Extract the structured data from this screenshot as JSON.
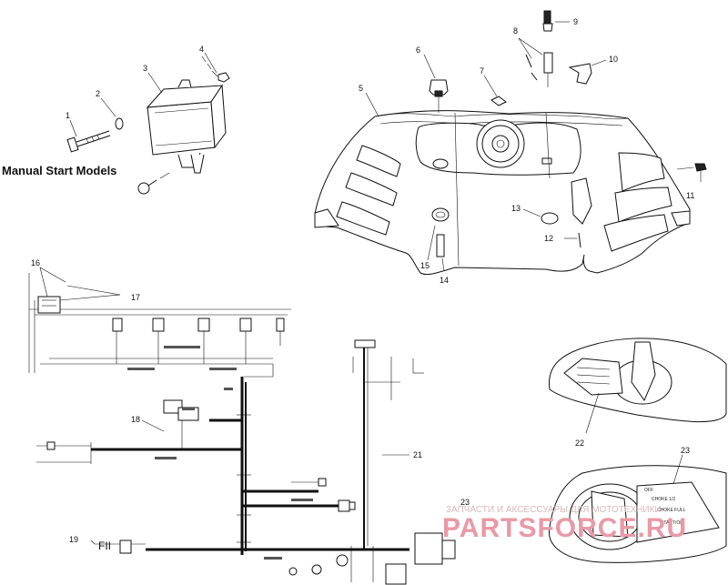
{
  "heading": "Manual Start Models",
  "callouts": {
    "c1": "1",
    "c2": "2",
    "c3": "3",
    "c4": "4",
    "c5": "5",
    "c6": "6",
    "c7": "7",
    "c8": "8",
    "c9": "9",
    "c10": "10",
    "c11": "11",
    "c12": "12",
    "c13": "13",
    "c14": "14",
    "c15": "15",
    "c16": "16",
    "c17": "17",
    "c18": "18",
    "c19": "19",
    "c21": "21",
    "c22": "22",
    "c23": "23",
    "c23b": "23"
  },
  "key_label": "FII",
  "switch_labels": {
    "off": "OFF",
    "choke1": "CHOKE 1/2",
    "choke2": "CHOKE FULL",
    "start": "START/ON"
  },
  "watermark": {
    "line1": "ЗАПЧАСТИ И АКСЕССУАРЫ ДЛЯ МОТОТЕХНИКИ",
    "line2": "PARTSFORCE.RU"
  }
}
